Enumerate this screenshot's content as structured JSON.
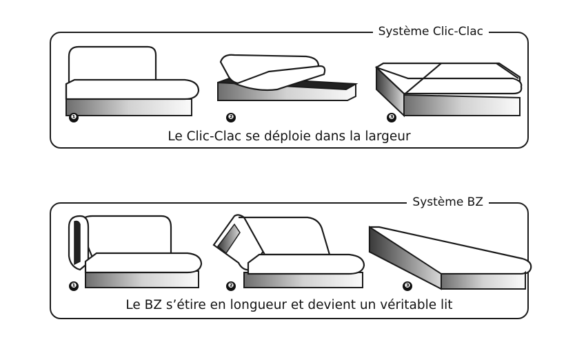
{
  "clic_clac": {
    "title": "Système Clic-Clac",
    "caption": "Le Clic-Clac se déploie dans la largeur",
    "steps": [
      "❶",
      "❷",
      "❸"
    ]
  },
  "bz": {
    "title": "Système BZ",
    "caption": "Le BZ s’étire en longueur et devient un véritable lit",
    "steps": [
      "❶",
      "❷",
      "❸"
    ]
  },
  "colors": {
    "stroke": "#1a1a1a",
    "fill": "#ffffff",
    "shade_dark": "#222222",
    "shade_light": "#e6e6e6"
  }
}
